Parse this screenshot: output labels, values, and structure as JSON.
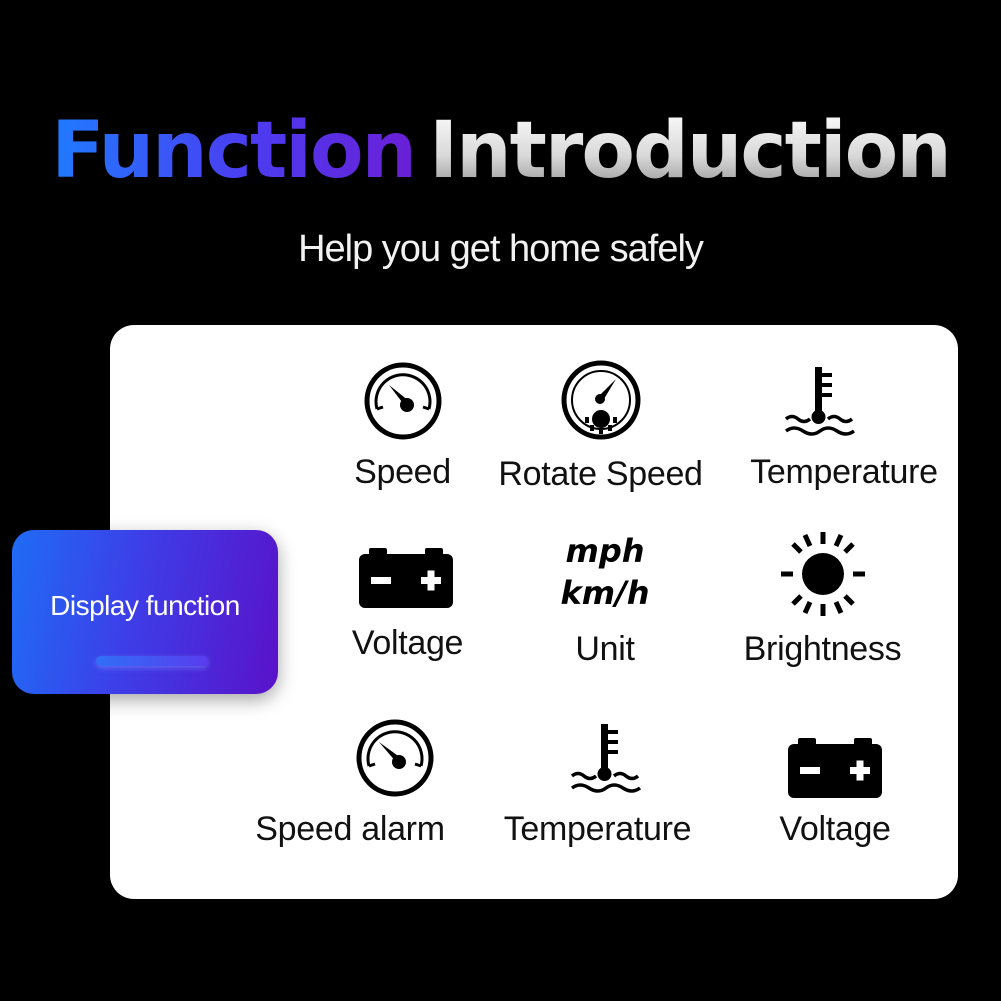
{
  "header": {
    "title_part1": "Function",
    "title_part2": "Introduction",
    "subtitle": "Help you get home safely"
  },
  "badge": {
    "label": "Display function"
  },
  "features": [
    {
      "label": "Speed",
      "icon": "speedometer-icon"
    },
    {
      "label": "Rotate Speed",
      "icon": "tachometer-icon"
    },
    {
      "label": "Temperature",
      "icon": "coolant-temperature-icon"
    },
    {
      "label": "Voltage",
      "icon": "battery-icon"
    },
    {
      "label": "Unit",
      "icon": "unit-icon",
      "unit_lines": [
        "mph",
        "km/h"
      ]
    },
    {
      "label": "Brightness",
      "icon": "sun-icon"
    },
    {
      "label": "Speed alarm",
      "icon": "speedometer-icon"
    },
    {
      "label": "Temperature",
      "icon": "coolant-temperature-icon"
    },
    {
      "label": "Voltage",
      "icon": "battery-icon"
    }
  ],
  "colors": {
    "background": "#000000",
    "card": "#ffffff",
    "accent_blue": "#1f7bff",
    "accent_purple": "#5a12c9"
  }
}
